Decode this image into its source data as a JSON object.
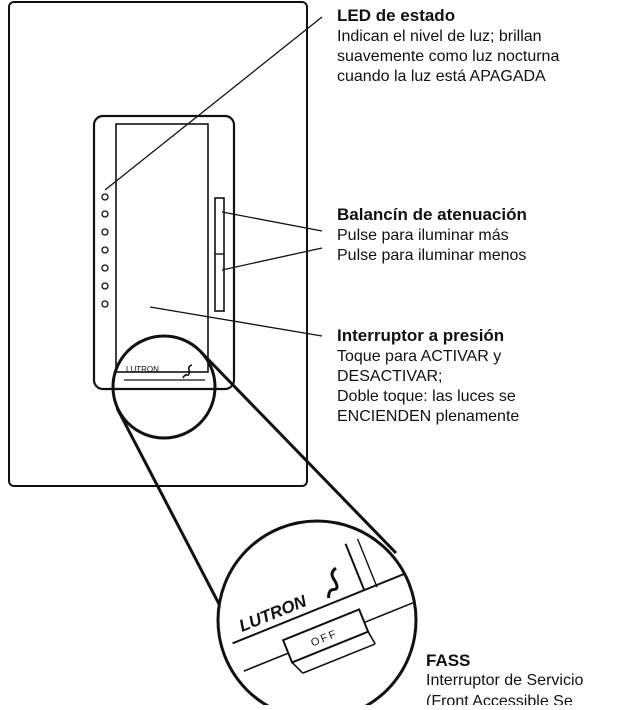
{
  "callouts": {
    "led": {
      "title": "LED de estado",
      "lines": [
        "Indican el nivel de luz; brillan",
        "suavemente como luz nocturna",
        "cuando la luz está APAGADA"
      ]
    },
    "rocker": {
      "title": "Balancín de atenuación",
      "lines": [
        "Pulse para iluminar más",
        "Pulse para iluminar menos"
      ]
    },
    "tap": {
      "title": "Interruptor a presión",
      "lines": [
        "Toque para ACTIVAR y",
        "DESACTIVAR;",
        "Doble toque: las luces se",
        "ENCIENDEN plenamente"
      ]
    },
    "fass": {
      "title": "FASS",
      "lines": [
        "Interruptor de Servicio",
        "(Front Accessible Se"
      ]
    }
  },
  "device": {
    "brand_small": "LUTRON",
    "brand_zoom": "LUTRON",
    "off_label": "OFF"
  }
}
